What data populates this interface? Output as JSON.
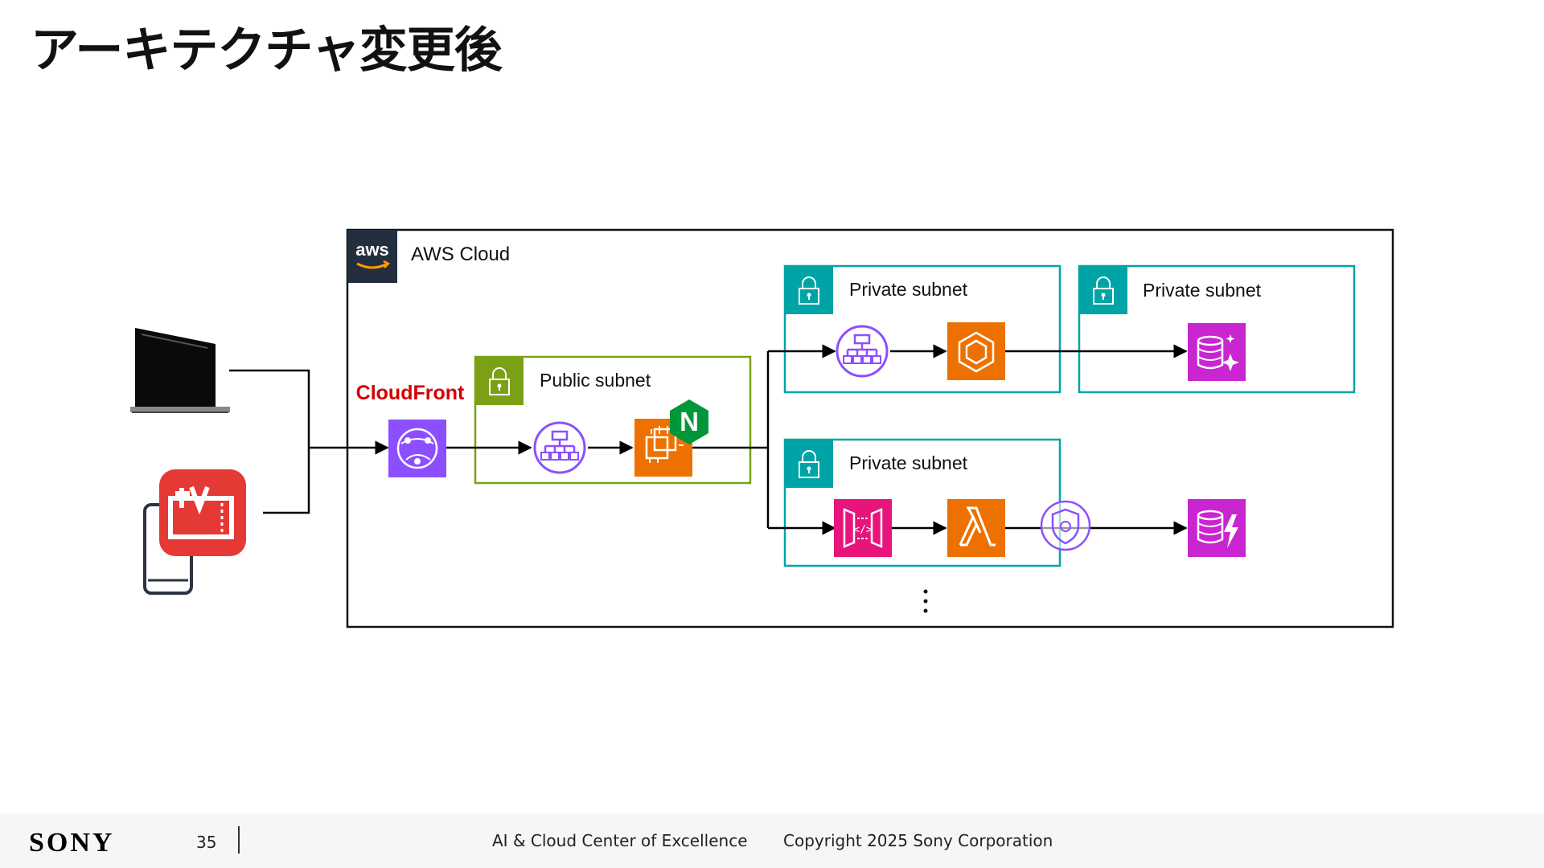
{
  "slide": {
    "title": "アーキテクチャ変更後",
    "page_number": "35"
  },
  "diagram": {
    "cloud_label": "AWS Cloud",
    "aws_logo_text": "aws",
    "cloudfront_label": "CloudFront",
    "public_subnet_label": "Public subnet",
    "private_subnet_top_label": "Private subnet",
    "private_subnet_db_label": "Private subnet",
    "private_subnet_bottom_label": "Private subnet",
    "nginx_letter": "N",
    "colors": {
      "cloudfront_purple": "#8c4fff",
      "compute_orange": "#ed7100",
      "database_magenta": "#c925d1",
      "api_pink": "#e7157b",
      "public_subnet_green": "#7aa116",
      "private_subnet_teal": "#00a4a6",
      "aws_dark": "#232f3e",
      "nginx_green": "#009639",
      "cloudfront_red": "#d40000",
      "app_red": "#e53935"
    }
  },
  "footer": {
    "brand": "SONY",
    "department": "AI & Cloud Center of Excellence",
    "copyright": "Copyright 2025 Sony Corporation"
  }
}
